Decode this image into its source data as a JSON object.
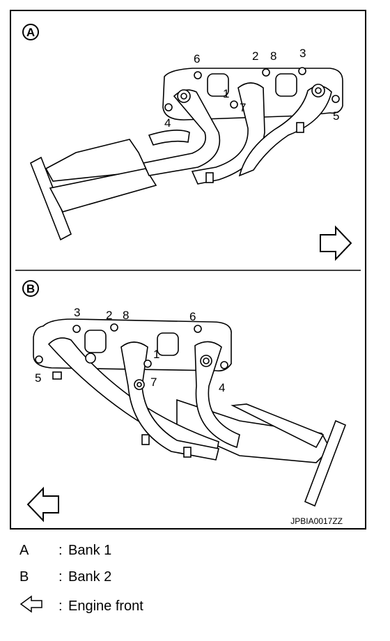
{
  "figure": {
    "panel_a": {
      "badge": "A",
      "bolt_labels": [
        "6",
        "2",
        "8",
        "3",
        "1",
        "7",
        "4",
        "5"
      ]
    },
    "panel_b": {
      "badge": "B",
      "bolt_labels": [
        "3",
        "2",
        "8",
        "6",
        "1",
        "7",
        "5",
        "4"
      ]
    },
    "reference_code": "JPBIA0017ZZ"
  },
  "legend": {
    "separator": ":",
    "items": [
      {
        "key": "A",
        "text": "Bank 1"
      },
      {
        "key": "B",
        "text": "Bank 2"
      },
      {
        "key": "arrow-outline-left-icon",
        "text": "Engine front"
      }
    ]
  }
}
